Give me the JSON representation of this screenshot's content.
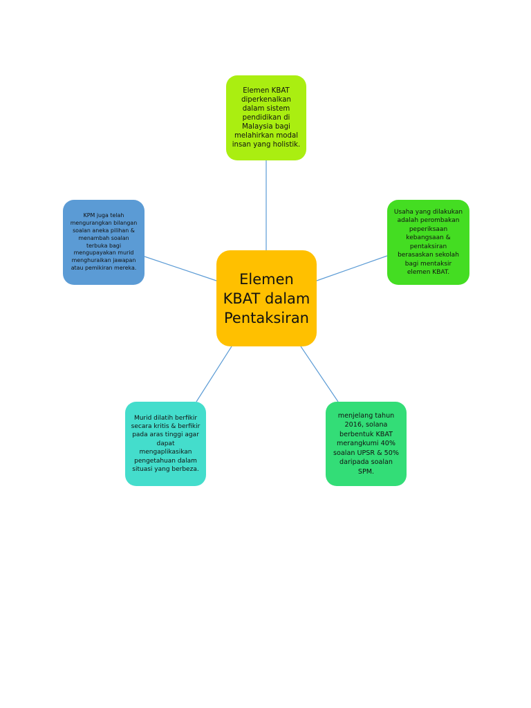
{
  "diagram": {
    "center": {
      "text": "Elemen\nKBAT dalam\nPentaksiran",
      "color": "#FFC000"
    },
    "nodes": {
      "top": {
        "text": "Elemen KBAT\ndiperkenalkan\ndalam sistem\npendidikan di\nMalaysia bagi\nmelahirkan modal\ninsan yang holistik.",
        "color": "#AAEE11"
      },
      "right": {
        "text": "Usaha yang dilakukan\nadalah  perombakan\npeperiksaan\nkebangsaan &\npentaksiran\nberasaskan sekolah\nbagi mentaksir\nelemen KBAT.",
        "color": "#44DD22"
      },
      "left": {
        "text": "KPM juga telah\nmengurangkan bilangan\nsoalan aneka pilihan &\nmenambah soalan\nterbuka bagi\nmengupayakan murid\nmenghuraikan jawapan\natau pemikiran mereka.",
        "color": "#5B9BD5"
      },
      "bottom_left": {
        "text": "Murid dilatih berfikir\nsecara kritis & berfikir\npada aras tinggi agar\ndapat\nmengaplikasikan\npengetahuan dalam\nsituasi yang berbeza.",
        "color": "#44DDCC"
      },
      "bottom_right": {
        "text": "menjelang tahun\n2016, solana\nberbentuk KBAT\nmerangkumi 40%\nsoalan UPSR & 50%\ndaripada soalan\nSPM.",
        "color": "#33DD77"
      }
    },
    "connector_color": "#5B9BD5"
  }
}
